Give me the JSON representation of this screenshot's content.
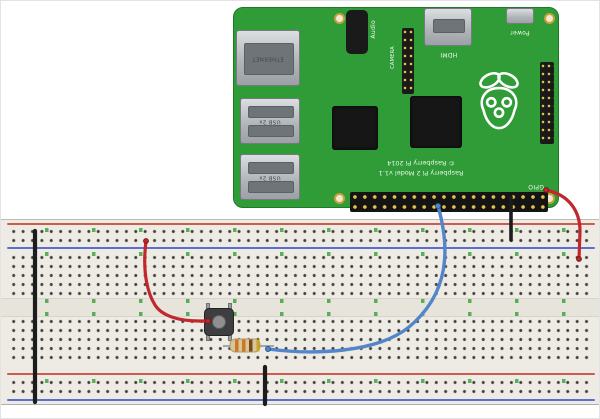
{
  "raspberry_pi": {
    "board_color": "#2f9c37",
    "model_text": "Raspberry Pi 2 Model v1.1",
    "copyright_text": "© Raspberry Pi 2014",
    "labels": {
      "ethernet": "ETHERNET",
      "usb_top": "USB 2x",
      "usb_bottom": "USB 2x",
      "audio": "Audio",
      "camera": "CAMERA",
      "hdmi": "HDMI",
      "power": "Power",
      "gpio": "GPIO"
    }
  },
  "breadboard": {
    "body_color": "#edebe4",
    "positive_rail_color": "#cf5b4f",
    "negative_rail_color": "#5b6fd1",
    "connection_mark_color": "#3fa53f"
  },
  "components": {
    "push_button": {
      "body_color": "#3e3e40",
      "cap_color": "#8f8f92"
    },
    "resistor": {
      "body_color": "#d8c59a",
      "lead_color": "#9a9a9a",
      "band_colors": [
        "#cc7722",
        "#cc7722",
        "#7a4a1e",
        "#c9a227"
      ]
    }
  },
  "wires": {
    "red_left": {
      "color": "#c1272d"
    },
    "blue_gpio": {
      "color": "#5285c9"
    },
    "red_right": {
      "color": "#c1272d"
    },
    "black_gpio_to_rail": {
      "color": "#1c1c1c"
    },
    "black_rail_bridge": {
      "color": "#1c1c1c"
    },
    "black_to_bottom_rail": {
      "color": "#1c1c1c"
    }
  }
}
